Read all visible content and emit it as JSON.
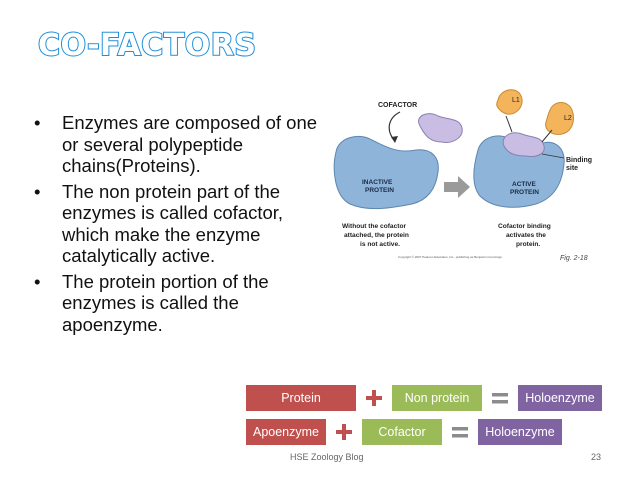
{
  "slide": {
    "title": "CO-FACTORS",
    "bullets": [
      "Enzymes are composed of one or several polypeptide chains(Proteins).",
      "The non protein part of the enzymes is called cofactor, which make the enzyme catalytically active.",
      "The protein portion of the enzymes is called the apoenzyme."
    ],
    "bullet_symbol": "•"
  },
  "figure": {
    "cofactor": "COFACTOR",
    "inactive_l1": "INACTIVE",
    "inactive_l2": "PROTEIN",
    "active_l1": "ACTIVE",
    "active_l2": "PROTEIN",
    "binding_l1": "Binding",
    "binding_l2": "site",
    "ligand1": "L1",
    "ligand2": "L2",
    "caption_left": [
      "Without the cofactor",
      "attached, the protein",
      "is not active."
    ],
    "caption_right": [
      "Cofactor binding",
      "activates the",
      "protein."
    ],
    "copyright": "Copyright © 2007 Pearson Education, Inc., publishing as Benjamin Cummings.",
    "fig_label": "Fig. 2-18"
  },
  "equations": [
    {
      "a": "Protein",
      "b": "Non protein",
      "result": "Holoenzyme"
    },
    {
      "a": "Apoenzyme",
      "b": "Cofactor",
      "result": "Holoenzyme"
    }
  ],
  "operators": {
    "plus": "+",
    "equals": "="
  },
  "colors": {
    "box_a": "#c0504d",
    "box_b": "#9bbb59",
    "box_result": "#8064a2",
    "title_outline": "#1f8fd9",
    "protein": "#8fb4d9",
    "cofactor": "#c9bde3",
    "ligand": "#f3b45c"
  },
  "footer": {
    "source": "HSE Zoology Blog",
    "page": "23"
  }
}
